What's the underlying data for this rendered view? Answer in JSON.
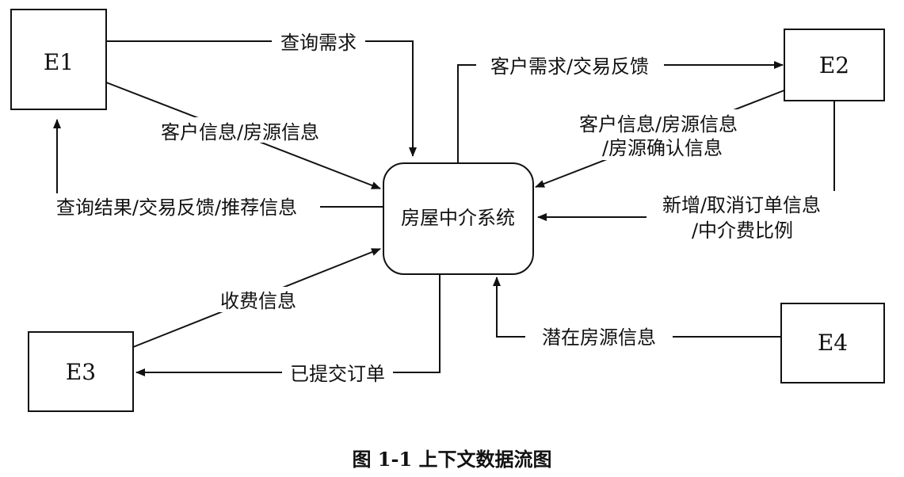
{
  "entities": {
    "e1": "E1",
    "e2": "E2",
    "e3": "E3",
    "e4": "E4"
  },
  "system": "房屋中介系统",
  "flows": {
    "e1_query": "查询需求",
    "e1_info": "客户信息/房源信息",
    "e1_result": "查询结果/交易反馈/推荐信息",
    "e2_demand": "客户需求/交易反馈",
    "e2_info_line1": "客户信息/房源信息",
    "e2_info_line2": "/房源确认信息",
    "e2_order_line1": "新增/取消订单信息",
    "e2_order_line2": "/中介费比例",
    "e3_fee": "收费信息",
    "e3_order": "已提交订单",
    "e4_potential": "潜在房源信息"
  },
  "caption": "图 1-1  上下文数据流图"
}
